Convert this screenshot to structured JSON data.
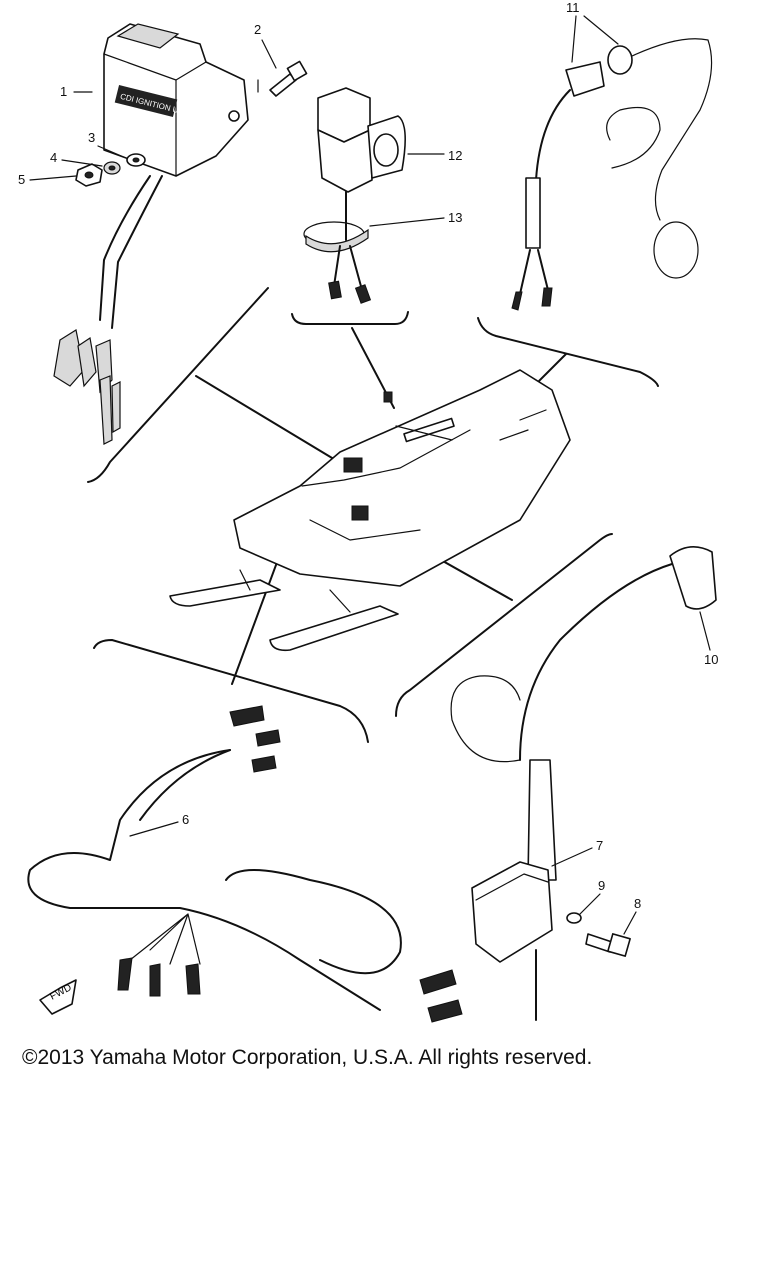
{
  "diagram": {
    "callouts": [
      "1",
      "2",
      "3",
      "4",
      "5",
      "6",
      "7",
      "8",
      "9",
      "10",
      "11",
      "12",
      "13"
    ],
    "unit_label": "CDI IGNITION UNIT",
    "fwd_label": "FWD"
  },
  "footer": {
    "copyright": "©2013 Yamaha Motor Corporation, U.S.A. All rights reserved."
  }
}
